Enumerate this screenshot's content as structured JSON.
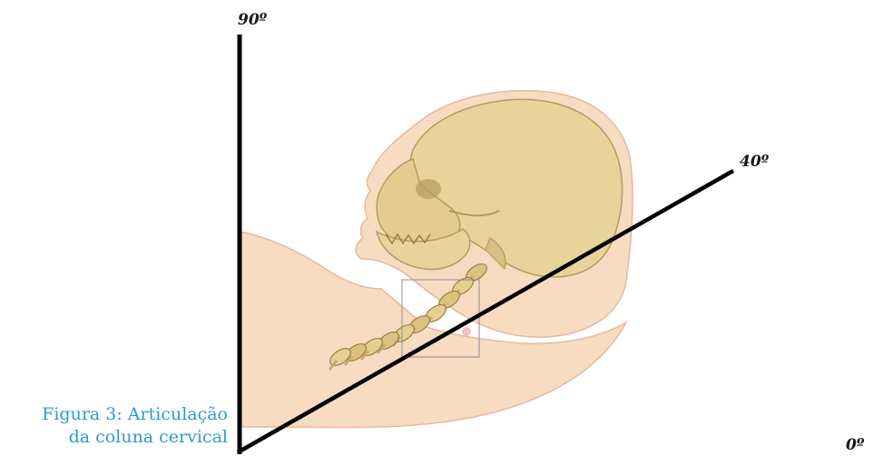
{
  "figure": {
    "caption_line1": "Figura 3: Articulação",
    "caption_line2": "da coluna cervical"
  },
  "angles": {
    "vertical": "90º",
    "oblique": "40º",
    "horizontal": "0º"
  },
  "colors": {
    "axis": "#000000",
    "skin": "#f7dcc2",
    "skin_outline": "#e8b89a",
    "bone": "#e8d39b",
    "bone_shadow": "#b89a5c",
    "caption": "#2e9bc9"
  }
}
